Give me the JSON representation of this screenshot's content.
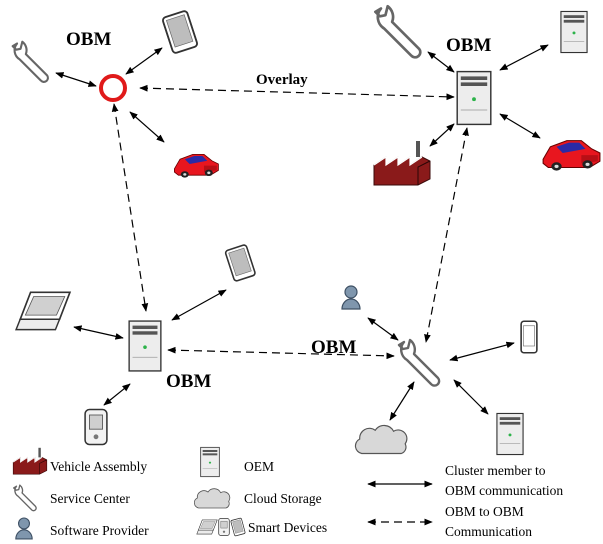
{
  "labels": {
    "obm_top_left": "OBM",
    "obm_top_right": "OBM",
    "obm_bottom_left": "OBM",
    "obm_bottom_right": "OBM",
    "overlay": "Overlay"
  },
  "legend": {
    "vehicle_assembly": "Vehicle Assembly",
    "service_center": "Service Center",
    "software_provider": "Software Provider",
    "oem": "OEM",
    "cloud_storage": "Cloud Storage",
    "smart_devices": "Smart Devices",
    "solid_line_1": "Cluster member to",
    "solid_line_2": "OBM communication",
    "dashed_line_1": "OBM to OBM",
    "dashed_line_2": "Communication"
  },
  "colors": {
    "car_body": "#e8161f",
    "car_window": "#2a2aa6",
    "obm_ring": "#e01a1a",
    "device_gray": "#8a8a8a"
  }
}
